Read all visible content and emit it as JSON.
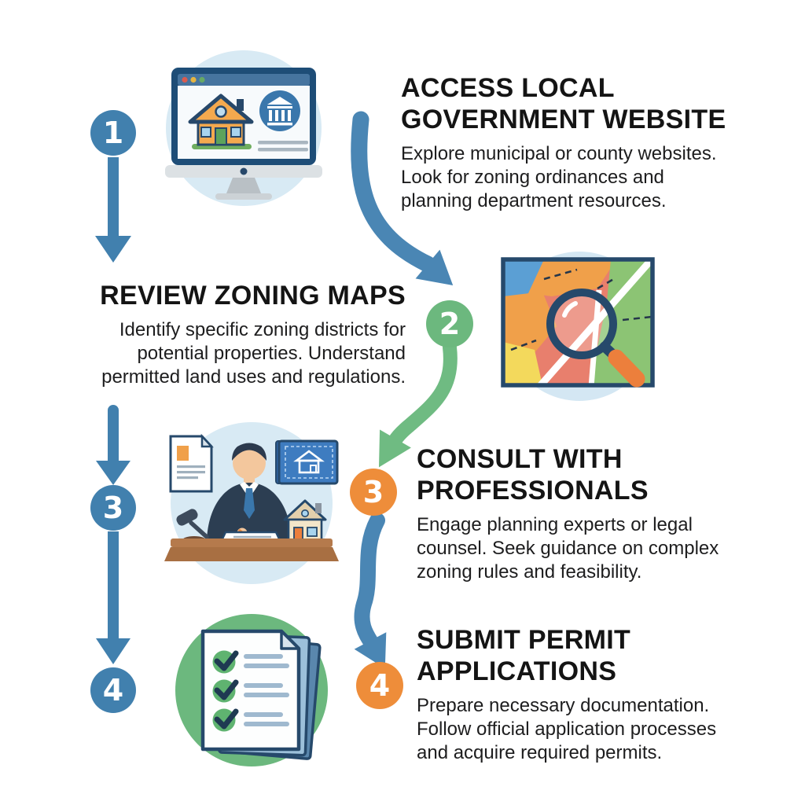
{
  "infographic": {
    "topic": "zoning-research-and-permit-process",
    "background_color": "#ffffff"
  },
  "colors": {
    "step_blue": "#4180ae",
    "arrow_blue": "#4a86b4",
    "step_green": "#6cb87e",
    "step_orange": "#ee8d3a",
    "outline_navy": "#26496b",
    "icon_bg_light_blue": "#d8eaf4",
    "title_text": "#141414",
    "body_text": "#1d1d1e"
  },
  "steps": [
    {
      "number": "1",
      "marker_color": "#4180ae",
      "title_lines": [
        "ACCESS LOCAL",
        "GOVERNMENT WEBSITE"
      ],
      "description_lines": [
        "Explore municipal or county websites.",
        "Look for zoning ordinances and",
        "planning department resources."
      ],
      "icon": "government-website-monitor-icon"
    },
    {
      "number": "2",
      "marker_color": "#6cb87e",
      "title_lines": [
        "REVIEW ZONING MAPS"
      ],
      "description_lines": [
        "Identify specific zoning districts for",
        "potential properties. Understand",
        "permitted land uses and regulations."
      ],
      "icon": "zoning-map-magnifier-icon"
    },
    {
      "number": "3",
      "marker_color": "#ee8d3a",
      "title_lines": [
        "CONSULT WITH",
        "PROFESSIONALS"
      ],
      "description_lines": [
        "Engage planning experts or legal",
        "counsel. Seek guidance on complex",
        "zoning rules and feasibility."
      ],
      "icon": "professional-consultation-icon"
    },
    {
      "number": "4",
      "marker_color": "#ee8d3a",
      "title_lines": [
        "SUBMIT PERMIT",
        "APPLICATIONS"
      ],
      "description_lines": [
        "Prepare necessary documentation.",
        "Follow official application processes",
        "and acquire required permits."
      ],
      "icon": "checklist-documents-icon"
    }
  ]
}
